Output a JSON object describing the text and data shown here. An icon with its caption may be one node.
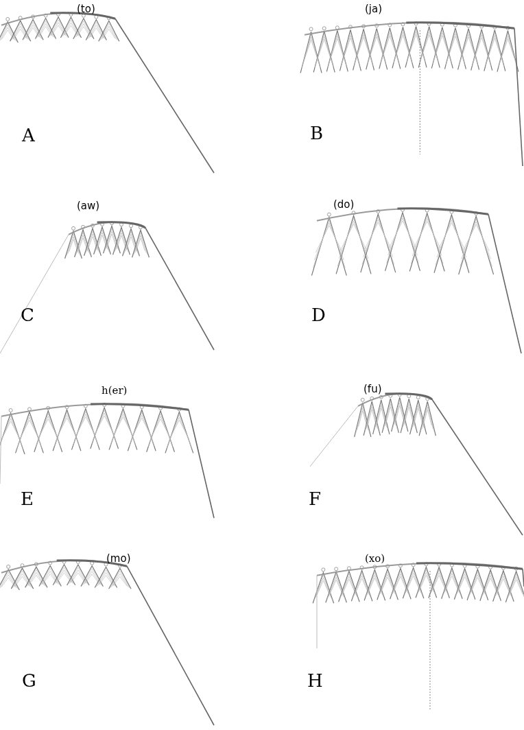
{
  "diagram": {
    "labels": [
      "(to)",
      "A",
      "(ja)",
      "B",
      "(aw)",
      "C",
      "(do)",
      "D",
      "h(er)",
      "E",
      "(fu)",
      "F",
      "(mo)",
      "G",
      "(xo)",
      "H"
    ]
  }
}
